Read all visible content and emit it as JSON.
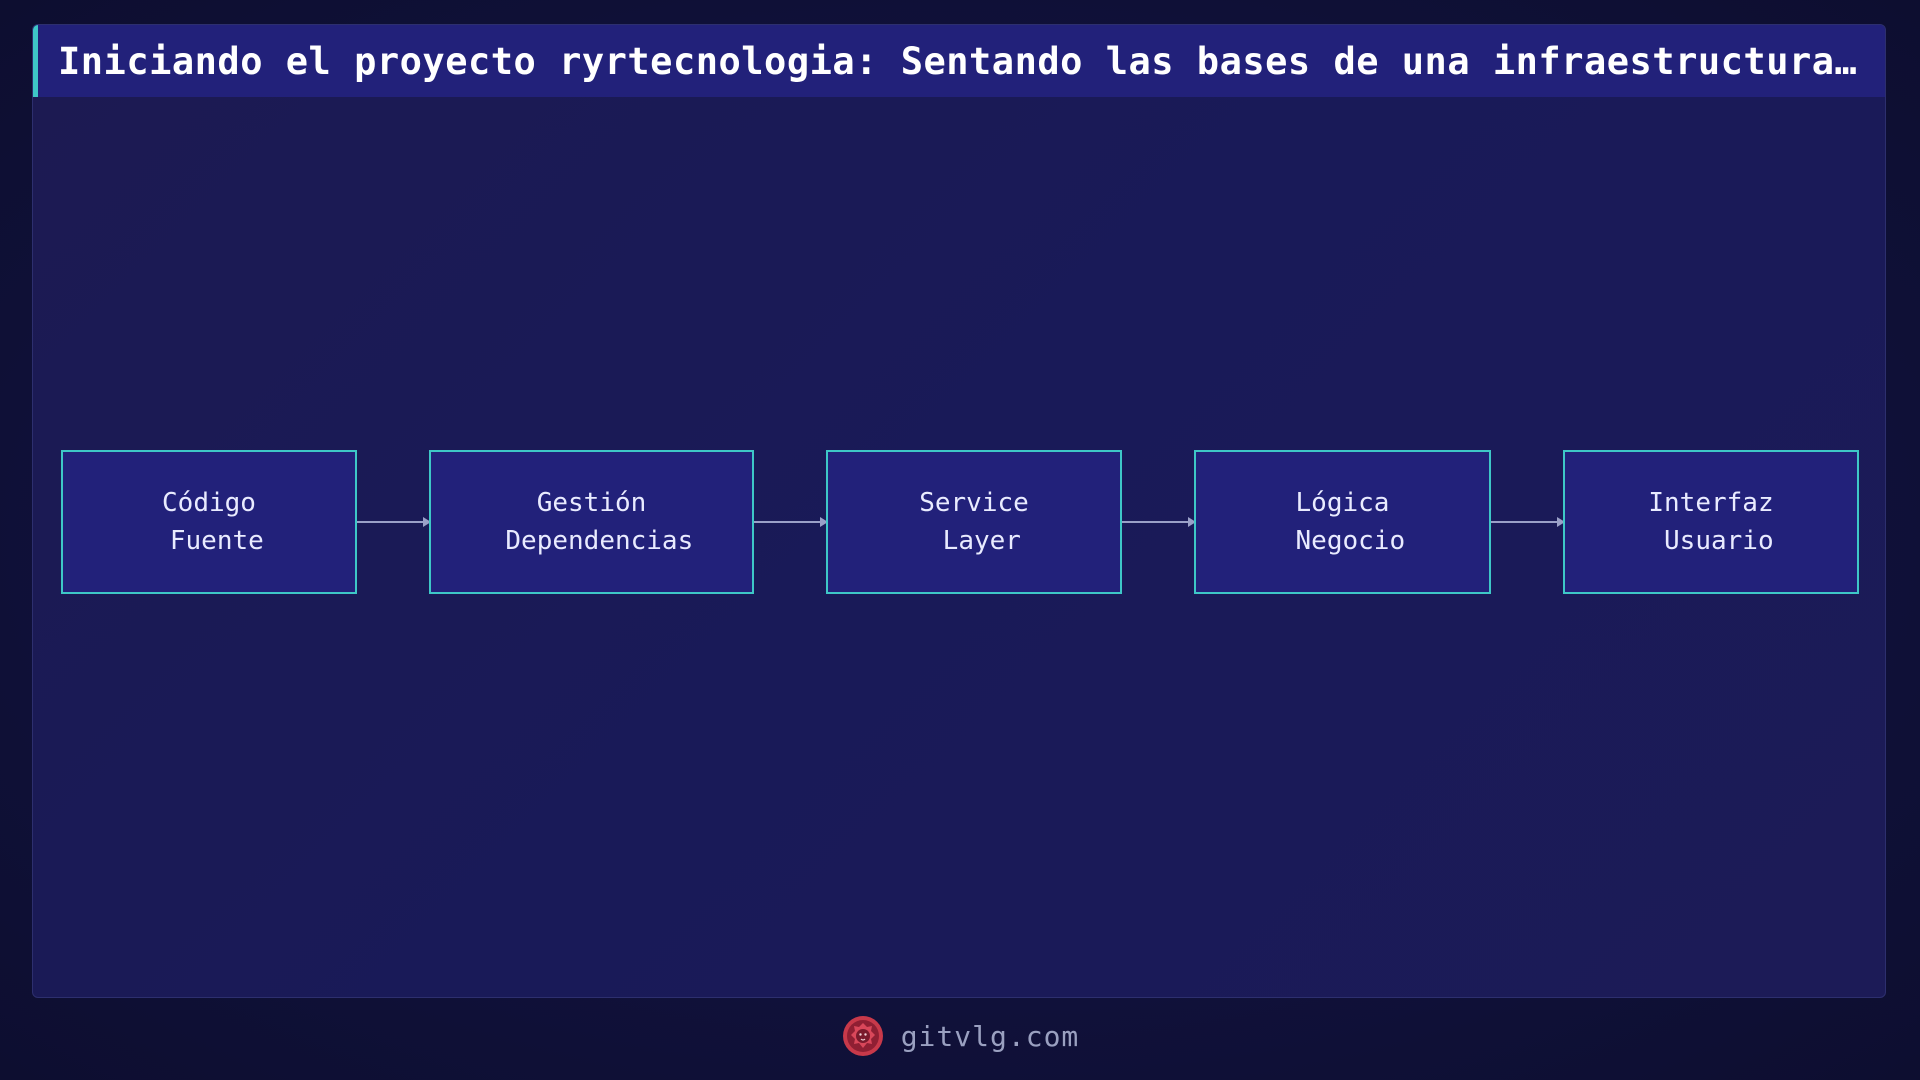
{
  "title": "Iniciando el proyecto ryrtecnologia: Sentando las bases de una infraestructura …",
  "diagram": {
    "nodes": [
      {
        "label": "Código\n Fuente"
      },
      {
        "label": "Gestión\n Dependencias"
      },
      {
        "label": "Service\n Layer"
      },
      {
        "label": "Lógica\n Negocio"
      },
      {
        "label": "Interfaz\n Usuario"
      }
    ]
  },
  "footer": {
    "site": "gitvlg.com",
    "logo_icon": "lion-logo-icon"
  },
  "colors": {
    "background": "#161542",
    "node_fill": "#22217a",
    "node_border": "#3ec7c7",
    "arrow": "#9aa0c8",
    "accent": "#3ec7c7"
  }
}
